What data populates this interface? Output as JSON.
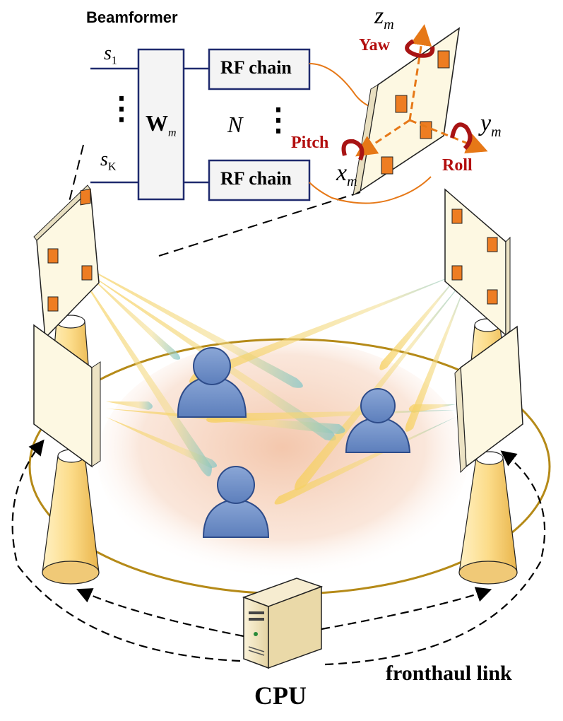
{
  "beamformer": {
    "title": "Beamformer",
    "input_first": "s",
    "input_first_sub": "1",
    "input_last": "s",
    "input_last_sub": "K",
    "input_dots": "⋮",
    "weight_symbol": "W",
    "weight_sub": "m",
    "rf_chain_top": "RF chain",
    "rf_chain_bottom": "RF chain",
    "rf_count": "N",
    "rf_dots": "⋮"
  },
  "axes": {
    "z": "z",
    "z_sub": "m",
    "y": "y",
    "y_sub": "m",
    "x": "x",
    "x_sub": "m",
    "yaw": "Yaw",
    "pitch": "Pitch",
    "roll": "Roll"
  },
  "cpu": {
    "label": "CPU"
  },
  "fronthaul": {
    "label": "fronthaul link"
  },
  "colors": {
    "navy": "#1f2a6e",
    "beam_orange": "#e88a1a",
    "label_red": "#b30f0f",
    "ring": "#b58a18",
    "user_blue": "#6e8ec6",
    "panel": "#fdf8e2"
  }
}
